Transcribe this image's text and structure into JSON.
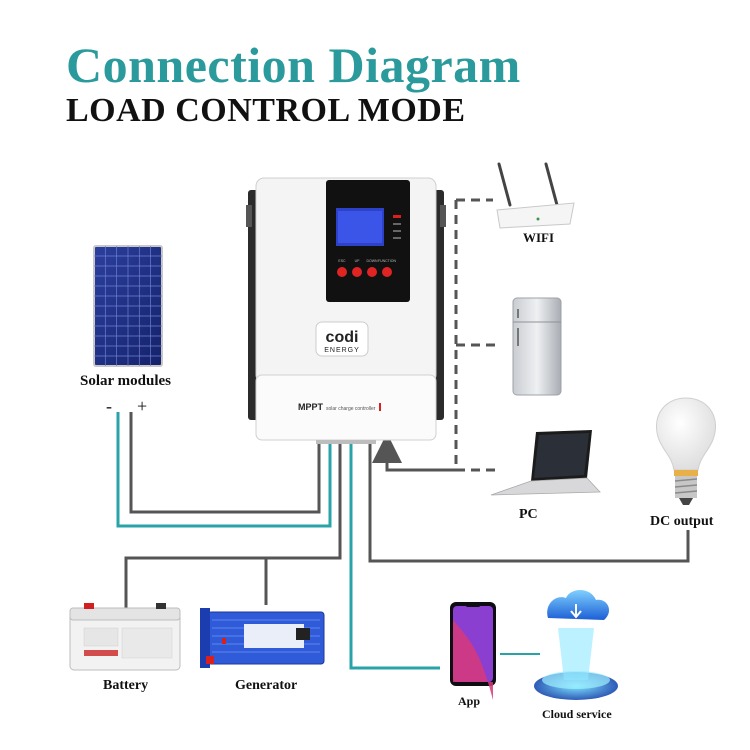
{
  "header": {
    "title": "Connection Diagram",
    "subtitle": "LOAD CONTROL MODE"
  },
  "controller": {
    "brand_logo": "codi",
    "brand_sub": "ENERGY",
    "model": "MPPT",
    "model_desc": "solar charge controller",
    "buttons": [
      "ESC",
      "UP",
      "DOWN",
      "FUNCTION"
    ]
  },
  "labels": {
    "solar": "Solar modules",
    "polarity_minus": "-",
    "polarity_plus": "+",
    "wifi": "WIFI",
    "pc": "PC",
    "dc_output": "DC output",
    "battery": "Battery",
    "generator": "Generator",
    "app": "App",
    "cloud": "Cloud service"
  },
  "colors": {
    "title": "#2a9a9c",
    "wire_teal": "#2aa3a8",
    "wire_gray": "#555555",
    "dashed": "#555555"
  },
  "icons": [
    "solar-panel-icon",
    "router-icon",
    "fridge-icon",
    "laptop-icon",
    "bulb-icon",
    "battery-icon",
    "inverter-icon",
    "phone-icon",
    "cloud-icon"
  ]
}
